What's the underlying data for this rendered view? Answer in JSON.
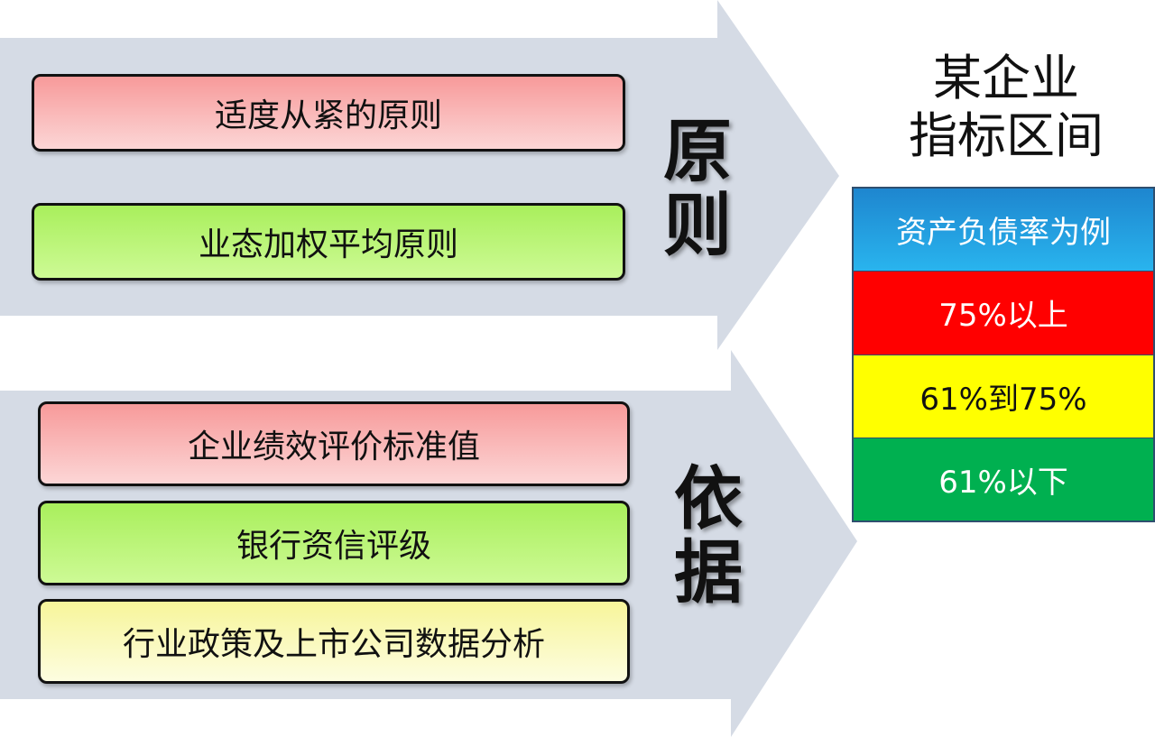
{
  "principles": {
    "heading_chars": [
      "原",
      "则"
    ],
    "items": [
      "适度从紧的原则",
      "业态加权平均原则"
    ]
  },
  "basis": {
    "heading_chars": [
      "依",
      "据"
    ],
    "items": [
      "企业绩效评价标准值",
      "银行资信评级",
      "行业政策及上市公司数据分析"
    ]
  },
  "indicator": {
    "title_lines": [
      "某企业",
      "指标区间"
    ],
    "header": "资产负债率为例",
    "ranges": [
      "75%以上",
      "61%到75%",
      "61%以下"
    ],
    "colors": {
      "header": "#1e86cf",
      "high": "#ff0000",
      "mid": "#ffff00",
      "low": "#00b050",
      "arrow": "#d5dbe5"
    }
  }
}
